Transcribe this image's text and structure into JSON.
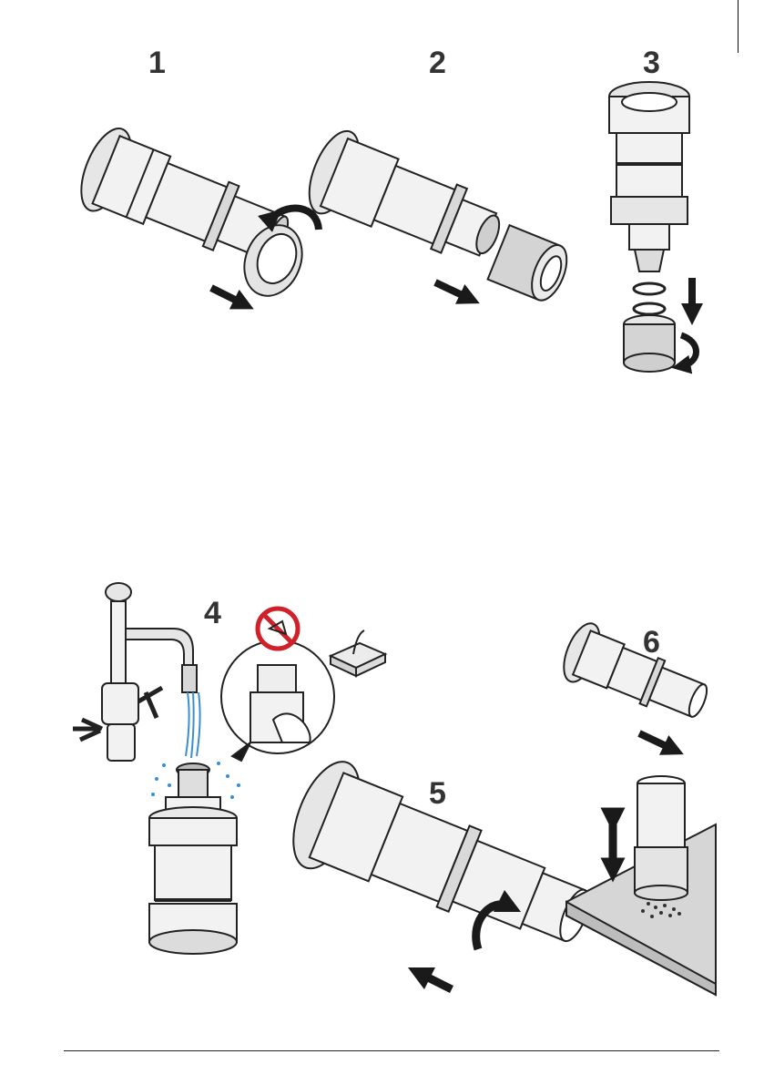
{
  "page": {
    "steps": [
      {
        "number": "1"
      },
      {
        "number": "2"
      },
      {
        "number": "3"
      },
      {
        "number": "4"
      },
      {
        "number": "5"
      },
      {
        "number": "6"
      }
    ]
  },
  "colors": {
    "outline": "#222222",
    "part_fill": "#f2f2f2",
    "part_shade": "#cfcfcf",
    "arrow": "#1a1a1a",
    "water": "#3a8fd0",
    "prohibit": "#d0202a",
    "bench": "#d6d6d6"
  },
  "icons": [
    "rotate-arrow-icon",
    "direction-arrow-icon",
    "prohibited-sign-icon",
    "tissue-box-icon",
    "water-faucet-icon"
  ]
}
